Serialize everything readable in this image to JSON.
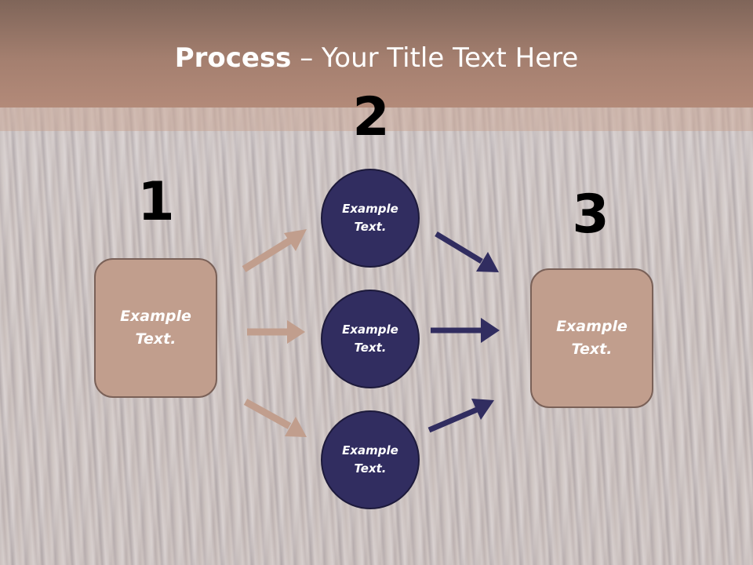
{
  "slide": {
    "title_bold": "Process",
    "title_rest": " – Your Title Text Here",
    "colors": {
      "title_bar": "#a47f6f",
      "box_fill": "#c19e8d",
      "box_border": "#7a6158",
      "circle_fill": "#312d60",
      "arrow_left": "#c19e8d",
      "arrow_right": "#312d60",
      "number_text": "#000000"
    }
  },
  "steps": {
    "one": "1",
    "two": "2",
    "three": "3"
  },
  "left_box": {
    "text": "Example\nText."
  },
  "right_box": {
    "text": "Example\nText."
  },
  "circles": [
    {
      "text": "Example\nText."
    },
    {
      "text": "Example\nText."
    },
    {
      "text": "Example\nText."
    }
  ],
  "arrows": [
    {
      "name": "arrow-left-to-top",
      "icon": "arrow-up-right-icon"
    },
    {
      "name": "arrow-left-to-middle",
      "icon": "arrow-right-icon"
    },
    {
      "name": "arrow-left-to-bottom",
      "icon": "arrow-down-right-icon"
    },
    {
      "name": "arrow-top-to-right",
      "icon": "arrow-down-right-icon"
    },
    {
      "name": "arrow-middle-to-right",
      "icon": "arrow-right-icon"
    },
    {
      "name": "arrow-bottom-to-right",
      "icon": "arrow-up-right-icon"
    }
  ]
}
